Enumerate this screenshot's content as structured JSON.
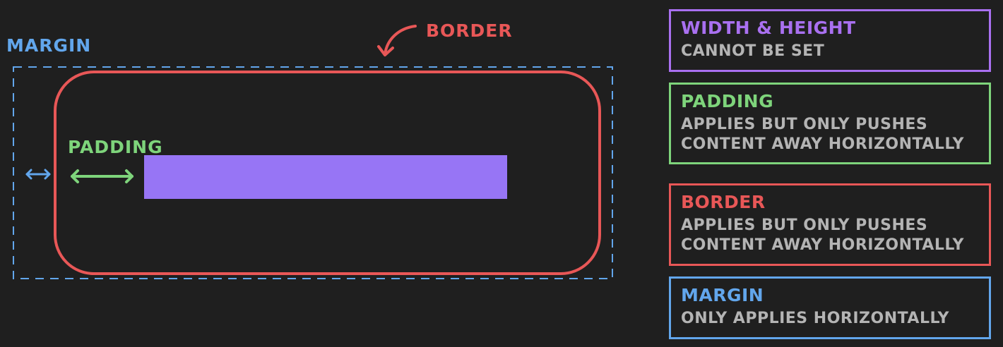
{
  "colors": {
    "background": "#1f1f1f",
    "margin": "#62a6ec",
    "border": "#e85757",
    "padding": "#7ed47b",
    "content": "#9775f5",
    "body_text": "#b4b4b4"
  },
  "diagram": {
    "margin_label": "MARGIN",
    "border_label": "BORDER",
    "padding_label": "PADDING"
  },
  "cards": [
    {
      "title": "WIDTH & HEIGHT",
      "body": "CANNOT BE SET",
      "color": "#a970f0"
    },
    {
      "title": "PADDING",
      "body": "APPLIES BUT ONLY PUSHES\nCONTENT AWAY HORIZONTALLY",
      "color": "#7ed47b"
    },
    {
      "title": "BORDER",
      "body": "APPLIES BUT ONLY PUSHES\nCONTENT AWAY HORIZONTALLY",
      "color": "#e85757"
    },
    {
      "title": "MARGIN",
      "body": "ONLY APPLIES HORIZONTALLY",
      "color": "#62a6ec"
    }
  ]
}
